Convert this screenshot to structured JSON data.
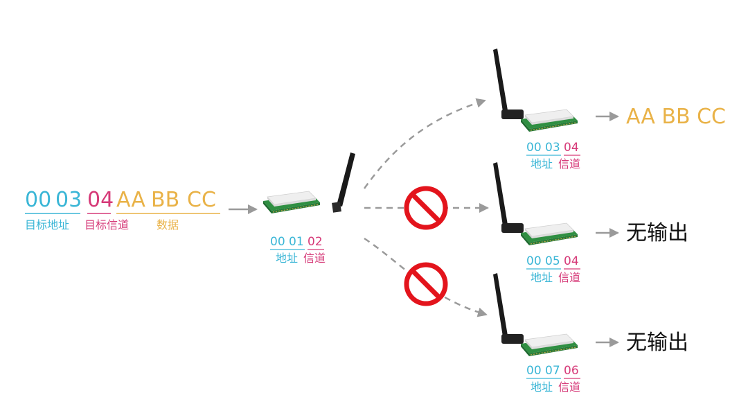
{
  "colors": {
    "address": "#3ab6d6",
    "channel": "#d63a78",
    "data": "#e9b247",
    "output": "#111111",
    "arrow": "#9a9a9a",
    "prohibit": "#e3141c",
    "module_green": "#3a9a4a",
    "module_board": "#e6e6e6",
    "antenna": "#1a1a1a"
  },
  "icons": {
    "prohibit": "prohibit-icon",
    "module": "wireless-module-icon"
  },
  "packet": {
    "addr_hi": "00",
    "addr_lo": "03",
    "channel": "04",
    "payload": [
      "AA",
      "BB",
      "CC"
    ],
    "addr_label": "目标地址",
    "channel_label": "目标信道",
    "data_label": "数据"
  },
  "sender": {
    "addr": "00 01",
    "channel": "02",
    "addr_label": "地址",
    "channel_label": "信道"
  },
  "receivers": [
    {
      "addr": "00 03",
      "channel": "04",
      "addr_label": "地址",
      "channel_label": "信道",
      "output": "AA BB CC",
      "blocked": false
    },
    {
      "addr": "00 05",
      "channel": "04",
      "addr_label": "地址",
      "channel_label": "信道",
      "output": "无输出",
      "blocked": true
    },
    {
      "addr": "00 07",
      "channel": "06",
      "addr_label": "地址",
      "channel_label": "信道",
      "output": "无输出",
      "blocked": true
    }
  ]
}
